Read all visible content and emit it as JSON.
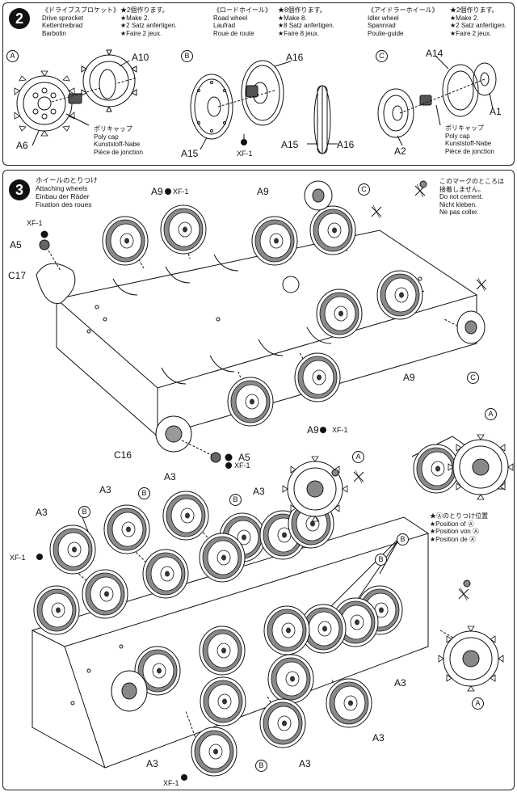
{
  "step2": {
    "number": "2",
    "sprocket": {
      "jp": "《ドライブスプロケット》",
      "lines": [
        "Drive sprocket",
        "Kettentreibrad",
        "Barbotin"
      ],
      "make": [
        "★2個作ります。",
        "★Make 2.",
        "★2 Satz anfertigen.",
        "★Faire 2 jeux."
      ]
    },
    "roadwheel": {
      "jp": "《ロードホイール》",
      "lines": [
        "Road wheel",
        "Laufrad",
        "Roue de route"
      ],
      "make": [
        "★8個作ります。",
        "★Make 8.",
        "★8 Satz anfertigen.",
        "★Faire 8 jeux."
      ]
    },
    "idler": {
      "jp": "《アイドラーホイール》",
      "lines": [
        "Idler wheel",
        "Spannrad",
        "Poulie-guide"
      ],
      "make": [
        "★2個作ります。",
        "★Make 2.",
        "★2 Satz anfertigen.",
        "★Faire 2 jeux."
      ]
    },
    "polycap_left": [
      "ポリキャップ",
      "Poly cap",
      "Kunststoff-Nabe",
      "Pièce de jonction"
    ],
    "polycap_right": [
      "ポリキャップ",
      "Poly cap",
      "Kunststoff-Nabe",
      "Pièce de jonction"
    ],
    "circle_labels": [
      "A",
      "B",
      "C"
    ],
    "part_labels": {
      "a10": "A10",
      "a6": "A6",
      "a16": "A16",
      "a15": "A15",
      "xf1": "XF-1",
      "a15b": "A15",
      "a16b": "A16",
      "a14": "A14",
      "a1": "A1",
      "a2": "A2"
    }
  },
  "step3": {
    "number": "3",
    "title": [
      "ホイールのとりつけ",
      "Attaching wheels",
      "Einbau der Räder",
      "Fixation des roues"
    ],
    "no_cement": [
      "このマークのところは",
      "接着しません。",
      "Do not cement.",
      "Nicht kleben.",
      "Ne pas coller."
    ],
    "position": [
      "★Ⓐのとりつけ位置",
      "★Position of Ⓐ",
      "★Position von Ⓐ",
      "★Position de Ⓐ"
    ],
    "labels_top": {
      "a9_1": "A9",
      "xf1_1": "XF-1",
      "a9_2": "A9",
      "c_1": "C",
      "xf1_2": "XF-1",
      "a5_1": "A5",
      "c17": "C17",
      "a9_3": "A9",
      "c_2": "C",
      "a9_4": "A9",
      "xf1_3": "XF-1",
      "c16": "C16",
      "a5_2": "A5",
      "xf1_4": "XF-1"
    },
    "labels_bottom": {
      "a_1": "A",
      "a3_1": "A3",
      "b_1": "B",
      "a3_2": "A3",
      "a3_3": "A3",
      "b_2": "B",
      "a3_4": "A3",
      "b_3": "B",
      "xf1_5": "XF-1",
      "b_4": "B",
      "b_5": "B",
      "a_2": "A",
      "a3_5": "A3",
      "a3_6": "A3",
      "a_3": "A",
      "a3_7": "A3",
      "b_6": "B",
      "a3_8": "A3",
      "xf1_6": "XF-1"
    }
  }
}
